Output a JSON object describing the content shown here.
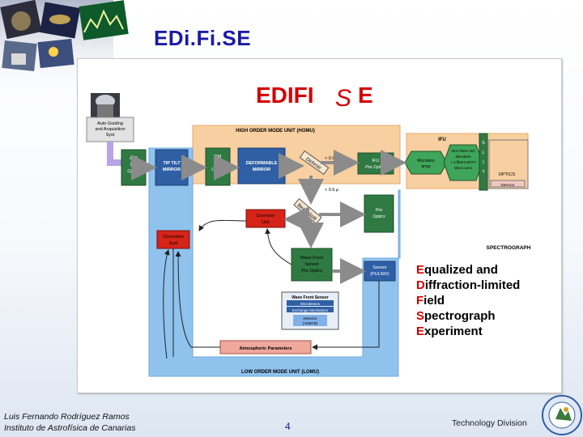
{
  "slide": {
    "title": "EDi.Fi.SE"
  },
  "diagram": {
    "logo": {
      "left": "EDIFI",
      "mid": "S",
      "right": "E"
    },
    "auto_guiding": [
      "Auto Guiding",
      "and Acquisition",
      "Syst"
    ],
    "ao_preoptics": [
      "A.O",
      "Pre",
      "Optics"
    ],
    "homu_title": "HIGH ORDER MODE UNIT (HOMU)",
    "tip_tilt": [
      "TIP TILT",
      "MIRROR"
    ],
    "dm_preoptics": [
      "DM",
      "Pre",
      "Optics"
    ],
    "deformable_mirror": [
      "DEFORMABLE",
      "MIRROR"
    ],
    "dichroic": "Dichroic",
    "beam_splitter": "Beam Split",
    "gt_label": "> 0.6 μ",
    "lt_label": "< 0.6 μ",
    "ifu_title": "IFU",
    "ifu_preoptics": [
      "IFU",
      "Pre Optics"
    ],
    "microlens_array": [
      "Microlens",
      "array"
    ],
    "fibres_text": [
      "324 Fibers NO",
      "allocation",
      "+ 2 fibers WITH",
      "Micro Lens"
    ],
    "slit": [
      "S",
      "L",
      "I",
      "T"
    ],
    "optics": "OPTICS",
    "detector": "Detector",
    "spectrograph": "SPECTROGRAPH",
    "corrector_unit": [
      "Corrector",
      "Unit"
    ],
    "correction_syst": [
      "Correction",
      "Syst"
    ],
    "pre_optics_right": [
      "Pre",
      "Optics"
    ],
    "wavefront_sensor_preoptics": [
      "Wave Front",
      "Sensor",
      "Pre Optics"
    ],
    "sensor_pulnix": [
      "Sensor",
      "(PULNIX)"
    ],
    "wfs_panel_title": "Wave Front Sensor",
    "wfs_microlenses": "Microlenses",
    "wfs_exchange": "Exchange Mechanism",
    "wfs_detector": [
      "Detector",
      "(ADBCB)"
    ],
    "atmospheric": "Atmospheric Parameters",
    "lomu_title": "LOW ORDER MODE UNIT (LOMU)",
    "acronym_lines": [
      {
        "letter": "E",
        "rest": "qualized and"
      },
      {
        "letter": "D",
        "rest": "iffraction-limited"
      },
      {
        "letter": "F",
        "rest": "ield"
      },
      {
        "letter": "S",
        "rest": "pectrograph"
      },
      {
        "letter": "E",
        "rest": "xperiment"
      }
    ],
    "colors": {
      "homu": "#f8cfa0",
      "lomu": "#8fc3ee",
      "green_box": "#2f7a43",
      "blue_box": "#2f5fa5",
      "red_box": "#d62418",
      "acronym_red": "#d40000"
    }
  },
  "footer": {
    "author": "Luis Fernando Rodríguez Ramos",
    "institute": "Instituto de Astrofísica de Canarias",
    "page": "4",
    "division": "Technology Division"
  },
  "decor": {
    "photo_strip": "telescope-and-plot-photos",
    "seal": "iac-seal-icon"
  }
}
